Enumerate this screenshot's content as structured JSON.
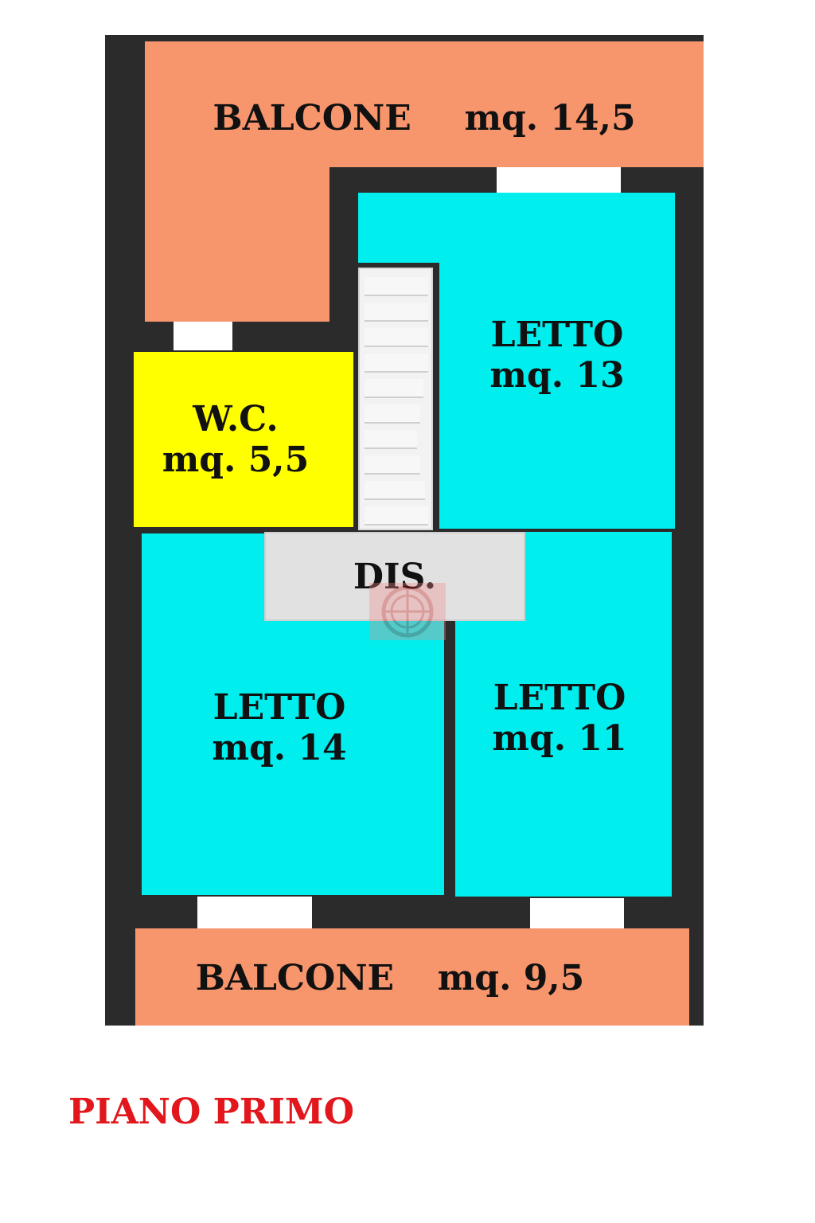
{
  "rooms": {
    "balcone_top": {
      "name": "BALCONE",
      "area": "mq. 14,5"
    },
    "letto_13": {
      "name": "LETTO",
      "area": "mq. 13"
    },
    "wc": {
      "name": "W.C.",
      "area": "mq. 5,5"
    },
    "dis": {
      "name": "DIS."
    },
    "letto_14": {
      "name": "LETTO",
      "area": "mq. 14"
    },
    "letto_11": {
      "name": "LETTO",
      "area": "mq. 11"
    },
    "balcone_bottom": {
      "name": "BALCONE",
      "area": "mq. 9,5"
    }
  },
  "floor_label": "PIANO PRIMO",
  "colors": {
    "wall": "#2b2b2b",
    "balcony": "#f7956c",
    "bedroom": "#00eeee",
    "wc": "#ffff00",
    "corridor": "#e1e1e1",
    "floor_label": "#e2171d"
  }
}
